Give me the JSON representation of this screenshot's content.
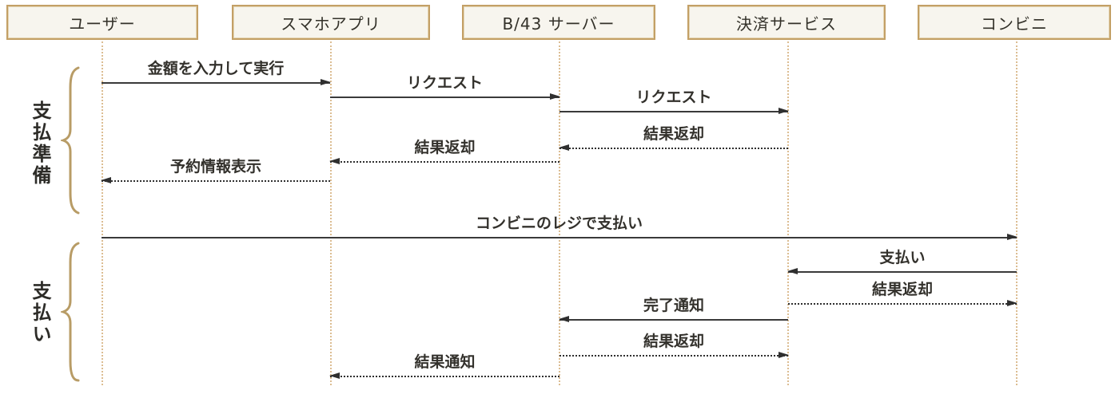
{
  "diagram": {
    "type": "sequence",
    "actors": [
      {
        "label": "ユーザー"
      },
      {
        "label": "スマホアプリ"
      },
      {
        "label": "B/43 サーバー"
      },
      {
        "label": "決済サービス"
      },
      {
        "label": "コンビニ"
      }
    ],
    "groups": [
      {
        "label": "支払準備"
      },
      {
        "label": "支払い"
      }
    ],
    "messages": [
      {
        "from": "ユーザー",
        "to": "スマホアプリ",
        "label": "金額を入力して実行",
        "line": "solid"
      },
      {
        "from": "スマホアプリ",
        "to": "B/43 サーバー",
        "label": "リクエスト",
        "line": "solid"
      },
      {
        "from": "B/43 サーバー",
        "to": "決済サービス",
        "label": "リクエスト",
        "line": "solid"
      },
      {
        "from": "決済サービス",
        "to": "B/43 サーバー",
        "label": "結果返却",
        "line": "dotted"
      },
      {
        "from": "B/43 サーバー",
        "to": "スマホアプリ",
        "label": "結果返却",
        "line": "dotted"
      },
      {
        "from": "スマホアプリ",
        "to": "ユーザー",
        "label": "予約情報表示",
        "line": "dotted"
      },
      {
        "from": "ユーザー",
        "to": "コンビニ",
        "label": "コンビニのレジで支払い",
        "line": "solid"
      },
      {
        "from": "コンビニ",
        "to": "決済サービス",
        "label": "支払い",
        "line": "solid"
      },
      {
        "from": "決済サービス",
        "to": "コンビニ",
        "label": "結果返却",
        "line": "dotted"
      },
      {
        "from": "決済サービス",
        "to": "B/43 サーバー",
        "label": "完了通知",
        "line": "solid"
      },
      {
        "from": "B/43 サーバー",
        "to": "決済サービス",
        "label": "結果返却",
        "line": "dotted"
      },
      {
        "from": "B/43 サーバー",
        "to": "スマホアプリ",
        "label": "結果通知",
        "line": "dotted"
      }
    ],
    "colors": {
      "background": "#ffffff",
      "box_fill": "#f7f5ee",
      "box_border": "#c3a066",
      "lifeline": "#dcbd92",
      "brace": "#b89c66",
      "text": "#2d2c28",
      "arrow": "#2f2f2f"
    }
  }
}
